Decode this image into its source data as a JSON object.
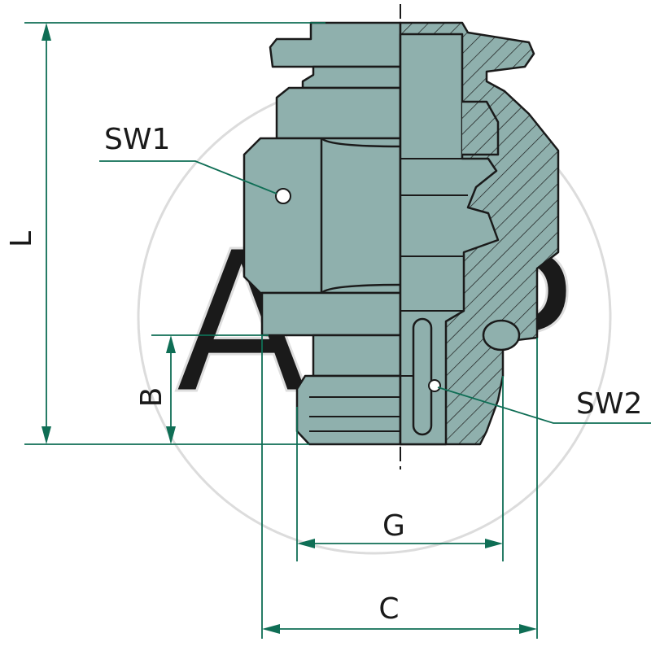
{
  "labels": {
    "L": "L",
    "B": "B",
    "G": "G",
    "C": "C",
    "SW1": "SW1",
    "SW2": "SW2"
  },
  "watermark": "AGP",
  "colors": {
    "body_fill": "#8fb0ad",
    "outline": "#1a1a1a",
    "dimension_line": "#0f6e55",
    "watermark": "#d9d9d9"
  }
}
